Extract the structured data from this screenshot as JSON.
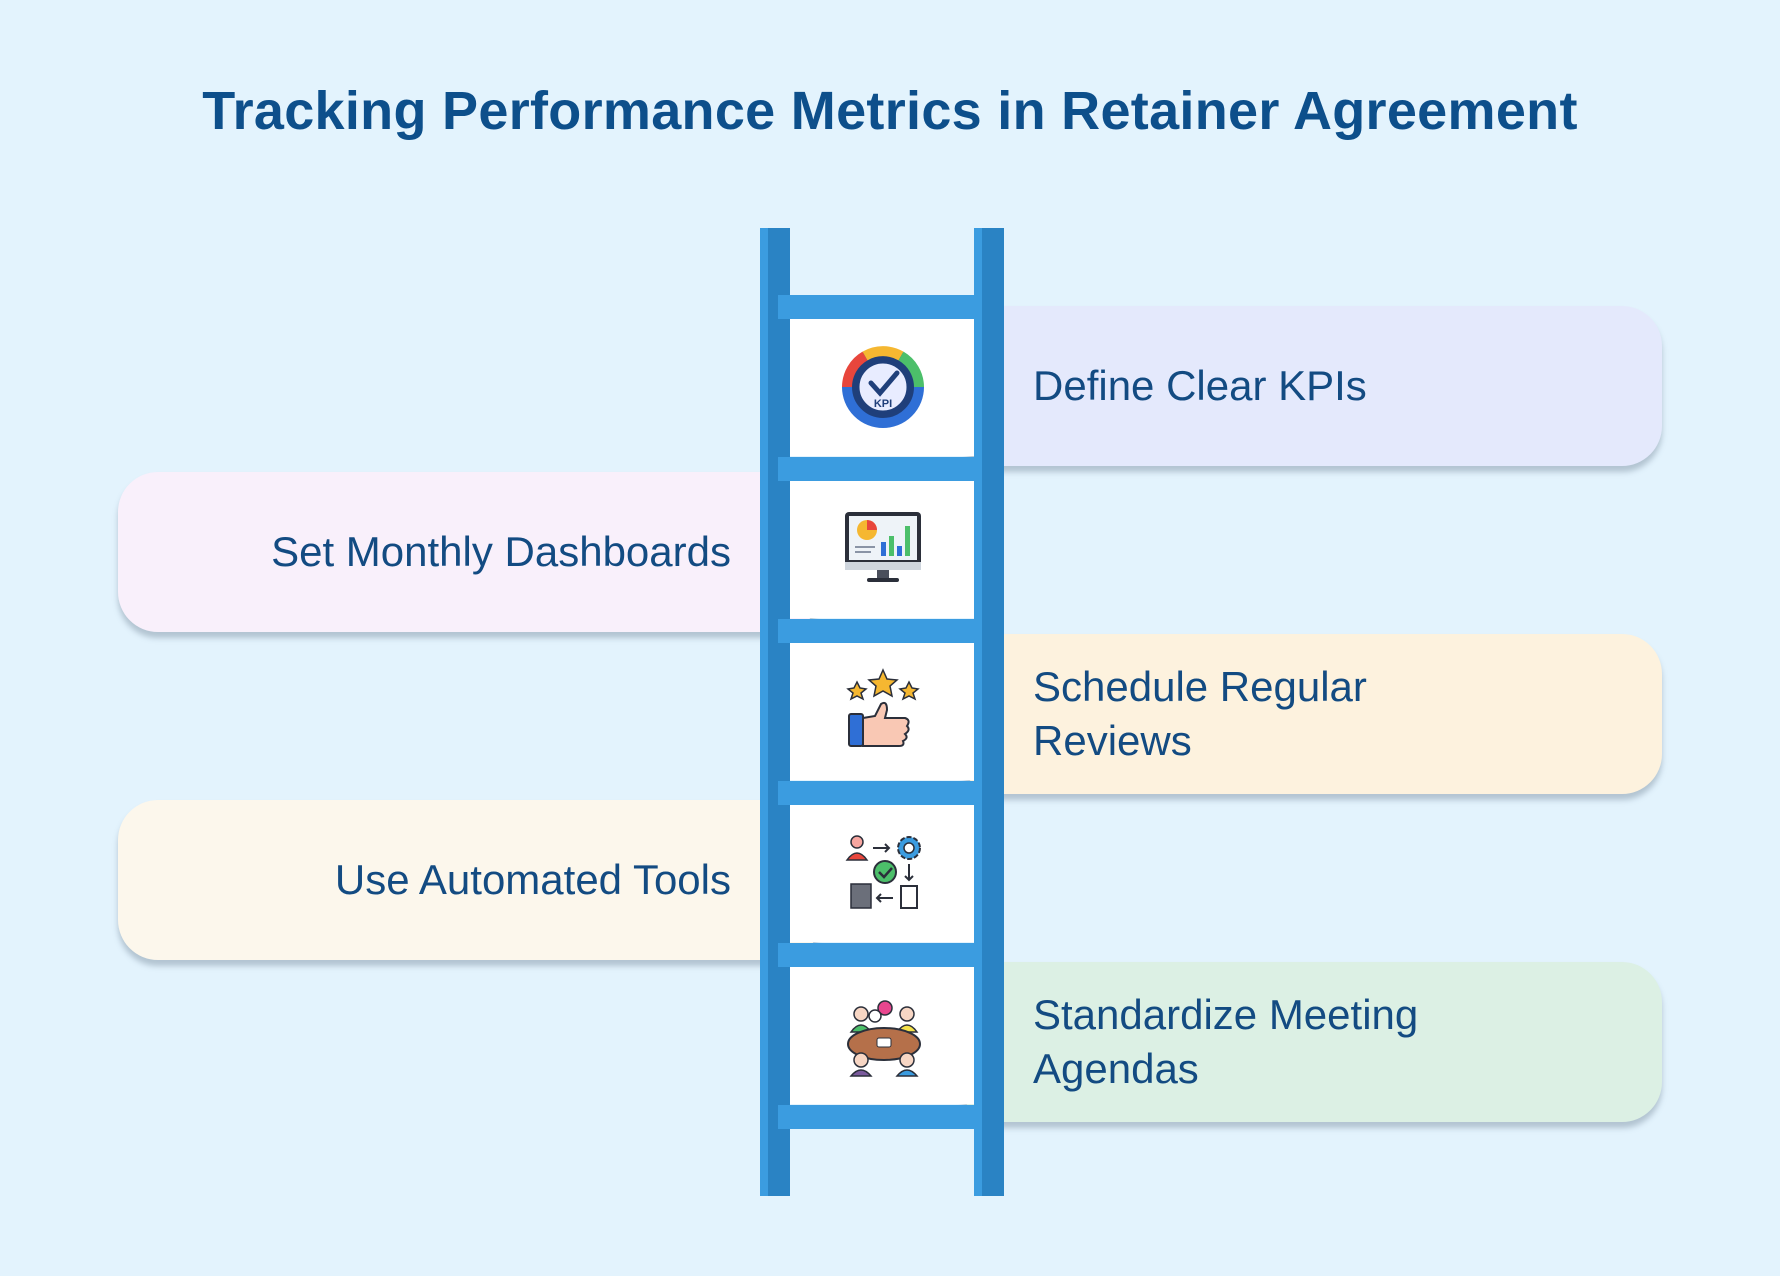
{
  "title": "Tracking Performance Metrics in Retainer Agreement",
  "steps": [
    {
      "label": "Define Clear KPIs",
      "side": "right",
      "icon": "kpi-gauge-icon",
      "color": "#e4e9fc"
    },
    {
      "label": "Set Monthly Dashboards",
      "side": "left",
      "icon": "dashboard-monitor-icon",
      "color": "#f9f0fb"
    },
    {
      "label": "Schedule Regular Reviews",
      "side": "right",
      "icon": "thumbs-up-stars-icon",
      "color": "#fdf2de"
    },
    {
      "label": "Use Automated Tools",
      "side": "left",
      "icon": "automation-workflow-icon",
      "color": "#fcf7ec"
    },
    {
      "label": "Standardize Meeting Agendas",
      "side": "right",
      "icon": "meeting-table-icon",
      "color": "#dcf0e4"
    }
  ],
  "colors": {
    "ladder": "#2a83c4",
    "ladder_light": "#3b9ce0",
    "title": "#0d4f8b",
    "text": "#134b82"
  }
}
